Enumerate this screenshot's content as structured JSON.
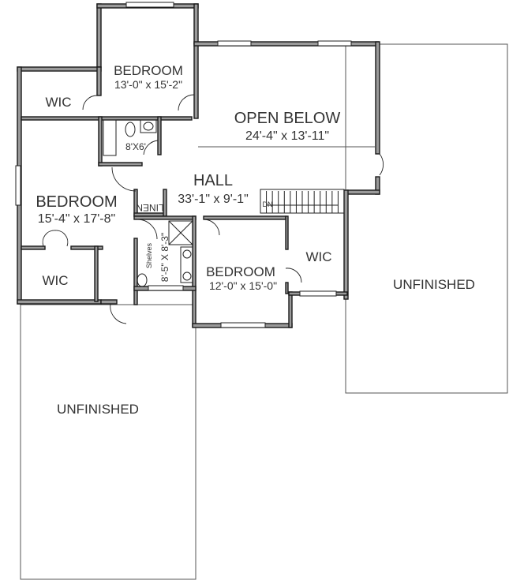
{
  "plan": {
    "rooms": {
      "bedroom_top": {
        "name": "BEDROOM",
        "size": "13'-0\" x 15'-2\""
      },
      "open_below": {
        "name": "OPEN BELOW",
        "size": "24'-4\" x 13'-11\""
      },
      "wic_top_left": {
        "name": "WIC"
      },
      "bath_top": {
        "size": "8'X6'"
      },
      "hall": {
        "name": "HALL",
        "size": "33'-1\" x 9'-1\""
      },
      "bedroom_left": {
        "name": "BEDROOM",
        "size": "15'-4\" x 17'-8\""
      },
      "linen": {
        "name": "LINEN"
      },
      "bath_mid": {
        "size": "8'-5\" X 8'-3\"",
        "shelves": "Shelves"
      },
      "wic_bottom_left": {
        "name": "WIC"
      },
      "bedroom_mid": {
        "name": "BEDROOM",
        "size": "12'-0\" x 15'-0\""
      },
      "wic_mid": {
        "name": "WIC"
      },
      "unfinished_right": {
        "name": "UNFINISHED"
      },
      "unfinished_left": {
        "name": "UNFINISHED"
      }
    },
    "stairs": {
      "label": "DN",
      "treads": 14
    },
    "colors": {
      "wall_fill": "#9a9a9a",
      "wall_line": "#1a1a1a",
      "text": "#333333",
      "background": "#ffffff"
    }
  }
}
